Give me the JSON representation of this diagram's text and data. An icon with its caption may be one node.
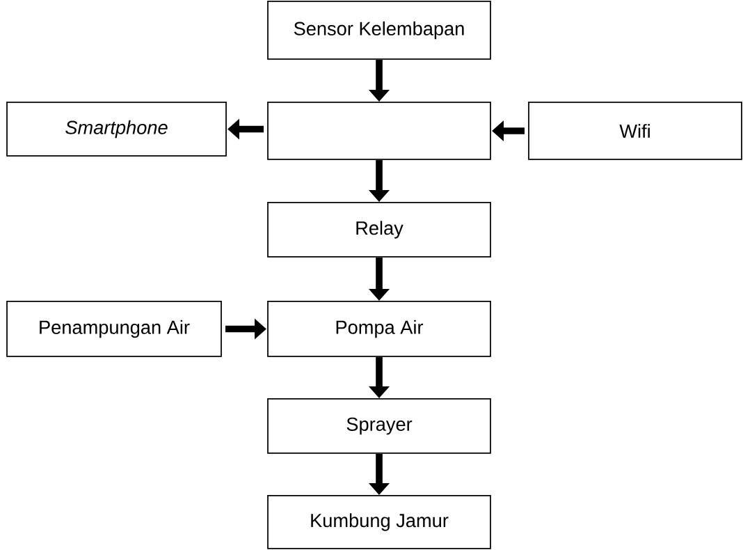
{
  "diagram": {
    "nodes": [
      {
        "text": [
          "Sensor Kelembapan"
        ]
      },
      {
        "text": [
          "Smartphone"
        ]
      },
      {
        "text": [],
        "shape": "box"
      },
      {
        "text": [
          "Wifi"
        ]
      },
      {
        "text": [
          "Relay"
        ]
      },
      {
        "text": [
          "Penampungan Air"
        ]
      },
      {
        "text": [
          "Pompa Air"
        ]
      },
      {
        "text": [
          "Sprayer"
        ]
      },
      {
        "text": [
          "Kumbung Jamur"
        ]
      }
    ],
    "edges": [
      {
        "from": 0,
        "to": 2,
        "arrow": "to"
      },
      {
        "from": 2,
        "to": 1,
        "arrow": "to"
      },
      {
        "from": 3,
        "to": 2,
        "arrow": "to"
      },
      {
        "from": 2,
        "to": 4,
        "arrow": "to"
      },
      {
        "from": 4,
        "to": 6,
        "arrow": "to"
      },
      {
        "from": 5,
        "to": 6,
        "arrow": "to"
      },
      {
        "from": 6,
        "to": 7,
        "arrow": "to"
      },
      {
        "from": 7,
        "to": 8,
        "arrow": "to"
      }
    ]
  }
}
